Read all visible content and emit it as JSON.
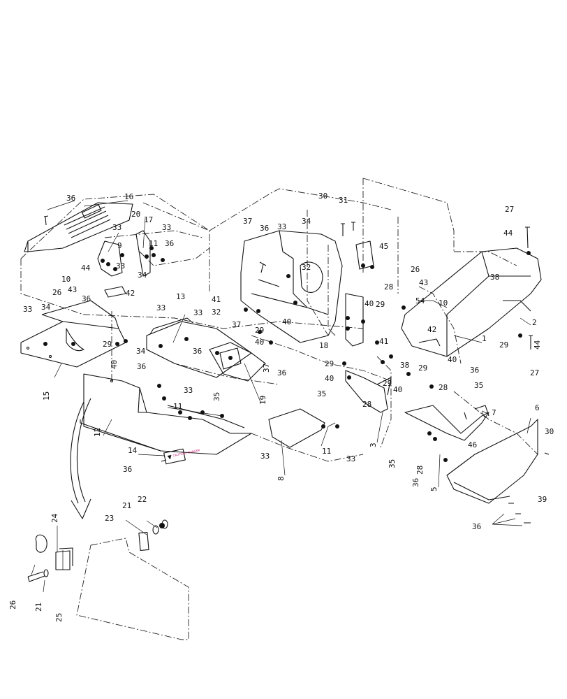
{
  "diagram": {
    "parts": [
      {
        "id": "p1",
        "number": "1"
      },
      {
        "id": "p2",
        "number": "2"
      },
      {
        "id": "p3",
        "number": "3"
      },
      {
        "id": "p5",
        "number": "5"
      },
      {
        "id": "p6",
        "number": "6"
      },
      {
        "id": "p7",
        "number": "7"
      },
      {
        "id": "p8",
        "number": "8"
      },
      {
        "id": "p9",
        "number": "9"
      },
      {
        "id": "p10a",
        "number": "10"
      },
      {
        "id": "p10b",
        "number": "10"
      },
      {
        "id": "p11a",
        "number": "11"
      },
      {
        "id": "p11b",
        "number": "11"
      },
      {
        "id": "p11c",
        "number": "11"
      },
      {
        "id": "p12",
        "number": "12"
      },
      {
        "id": "p13",
        "number": "13"
      },
      {
        "id": "p14",
        "number": "14"
      },
      {
        "id": "p15",
        "number": "15"
      },
      {
        "id": "p16",
        "number": "16"
      },
      {
        "id": "p17",
        "number": "17"
      },
      {
        "id": "p18",
        "number": "18"
      },
      {
        "id": "p19",
        "number": "19"
      },
      {
        "id": "p20",
        "number": "20"
      },
      {
        "id": "p21a",
        "number": "21"
      },
      {
        "id": "p21b",
        "number": "21"
      },
      {
        "id": "p22",
        "number": "22"
      },
      {
        "id": "p23",
        "number": "23"
      },
      {
        "id": "p24",
        "number": "24"
      },
      {
        "id": "p25",
        "number": "25"
      },
      {
        "id": "p26a",
        "number": "26"
      },
      {
        "id": "p26b",
        "number": "26"
      },
      {
        "id": "p26c",
        "number": "26"
      },
      {
        "id": "p27a",
        "number": "27"
      },
      {
        "id": "p27b",
        "number": "27"
      },
      {
        "id": "p28a",
        "number": "28"
      },
      {
        "id": "p28b",
        "number": "28"
      },
      {
        "id": "p28c",
        "number": "28"
      },
      {
        "id": "p28d",
        "number": "28"
      },
      {
        "id": "p29a",
        "number": "29"
      },
      {
        "id": "p29b",
        "number": "29"
      },
      {
        "id": "p29c",
        "number": "29"
      },
      {
        "id": "p29d",
        "number": "29"
      },
      {
        "id": "p29e",
        "number": "29"
      },
      {
        "id": "p29f",
        "number": "29"
      },
      {
        "id": "p29g",
        "number": "29"
      },
      {
        "id": "p30a",
        "number": "30"
      },
      {
        "id": "p30b",
        "number": "30"
      },
      {
        "id": "p31",
        "number": "31"
      },
      {
        "id": "p32a",
        "number": "32"
      },
      {
        "id": "p32b",
        "number": "32"
      },
      {
        "id": "p33a",
        "number": "33"
      },
      {
        "id": "p33b",
        "number": "33"
      },
      {
        "id": "p33c",
        "number": "33"
      },
      {
        "id": "p33d",
        "number": "33"
      },
      {
        "id": "p33e",
        "number": "33"
      },
      {
        "id": "p33f",
        "number": "33"
      },
      {
        "id": "p33g",
        "number": "33"
      },
      {
        "id": "p33h",
        "number": "33"
      },
      {
        "id": "p33i",
        "number": "33"
      },
      {
        "id": "p33j",
        "number": "33"
      },
      {
        "id": "p34a",
        "number": "34"
      },
      {
        "id": "p34b",
        "number": "34"
      },
      {
        "id": "p34c",
        "number": "34"
      },
      {
        "id": "p34d",
        "number": "34"
      },
      {
        "id": "p35a",
        "number": "35"
      },
      {
        "id": "p35b",
        "number": "35"
      },
      {
        "id": "p35c",
        "number": "35"
      },
      {
        "id": "p35d",
        "number": "35"
      },
      {
        "id": "p36a",
        "number": "36"
      },
      {
        "id": "p36b",
        "number": "36"
      },
      {
        "id": "p36c",
        "number": "36"
      },
      {
        "id": "p36d",
        "number": "36"
      },
      {
        "id": "p36e",
        "number": "36"
      },
      {
        "id": "p36f",
        "number": "36"
      },
      {
        "id": "p36g",
        "number": "36"
      },
      {
        "id": "p36h",
        "number": "36"
      },
      {
        "id": "p36i",
        "number": "36"
      },
      {
        "id": "p36j",
        "number": "36"
      },
      {
        "id": "p36k",
        "number": "36"
      },
      {
        "id": "p37a",
        "number": "37"
      },
      {
        "id": "p37b",
        "number": "37"
      },
      {
        "id": "p37c",
        "number": "37"
      },
      {
        "id": "p38a",
        "number": "38"
      },
      {
        "id": "p38b",
        "number": "38"
      },
      {
        "id": "p39",
        "number": "39"
      },
      {
        "id": "p40a",
        "number": "40"
      },
      {
        "id": "p40b",
        "number": "40"
      },
      {
        "id": "p40c",
        "number": "40"
      },
      {
        "id": "p40d",
        "number": "40"
      },
      {
        "id": "p40e",
        "number": "40"
      },
      {
        "id": "p40f",
        "number": "40"
      },
      {
        "id": "p40g",
        "number": "40"
      },
      {
        "id": "p41a",
        "number": "41"
      },
      {
        "id": "p41b",
        "number": "41"
      },
      {
        "id": "p42a",
        "number": "42"
      },
      {
        "id": "p42b",
        "number": "42"
      },
      {
        "id": "p43a",
        "number": "43"
      },
      {
        "id": "p43b",
        "number": "43"
      },
      {
        "id": "p44a",
        "number": "44"
      },
      {
        "id": "p44b",
        "number": "44"
      },
      {
        "id": "p44c",
        "number": "44"
      },
      {
        "id": "p45",
        "number": "45"
      },
      {
        "id": "p46",
        "number": "46"
      },
      {
        "id": "p54",
        "number": "54"
      }
    ],
    "decal_text": "CAUTION / DANGER"
  }
}
